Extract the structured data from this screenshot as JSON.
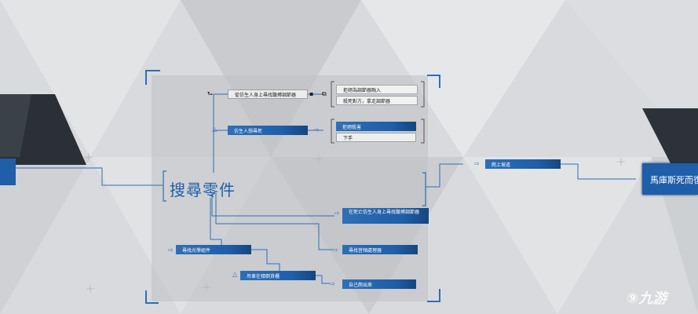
{
  "main": {
    "title": "搜尋零件"
  },
  "upper_branch": {
    "node1": "從仿生人身上尋找聽搏調節器",
    "node1_options": [
      "拒絕為調節器融入",
      "殺死對方，拿走調節器"
    ],
    "node2": "仿生人想尋死",
    "node2_options": [
      "拒絕殺害",
      "下手"
    ]
  },
  "right_branch": {
    "node": "爬上坡道",
    "outcome": "馬庫斯死而復"
  },
  "lower_branch": {
    "node_a": "在死亡仿生人身上尋找聽搏調節器",
    "node_b": "尋找光學組件",
    "node_c": "尋找音頻處理器",
    "node_d": "吊車在傾倒貨櫃",
    "node_e": "自己爬出來"
  },
  "watermark": {
    "text": "九游"
  },
  "colors": {
    "accent": "#2f6fb6",
    "line": "#2f6fb6",
    "background": "#d4d6d9"
  }
}
